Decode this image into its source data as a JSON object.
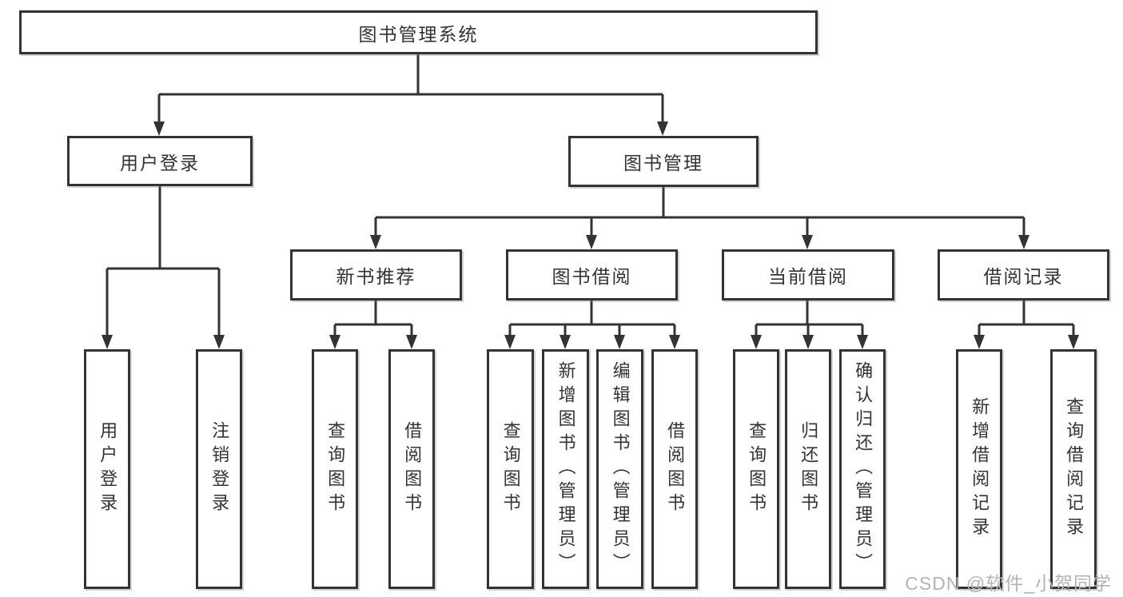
{
  "colors": {
    "line": "#333333",
    "box_border": "#333333",
    "text": "#333333",
    "watermark": "#b3b3b3",
    "background": "#ffffff"
  },
  "tree": {
    "label": "图书管理系统",
    "children": [
      {
        "label": "用户登录",
        "children": [
          {
            "label": "用户登录"
          },
          {
            "label": "注销登录"
          }
        ]
      },
      {
        "label": "图书管理",
        "children": [
          {
            "label": "新书推荐",
            "children": [
              {
                "label": "查询图书"
              },
              {
                "label": "借阅图书"
              }
            ]
          },
          {
            "label": "图书借阅",
            "children": [
              {
                "label": "查询图书"
              },
              {
                "label": "新增图书（管理员）"
              },
              {
                "label": "编辑图书（管理员）"
              },
              {
                "label": "借阅图书"
              }
            ]
          },
          {
            "label": "当前借阅",
            "children": [
              {
                "label": "查询图书"
              },
              {
                "label": "归还图书"
              },
              {
                "label": "确认归还（管理员）"
              }
            ]
          },
          {
            "label": "借阅记录",
            "children": [
              {
                "label": "新增借阅记录"
              },
              {
                "label": "查询借阅记录"
              }
            ]
          }
        ]
      }
    ]
  },
  "watermark": {
    "text": "CSDN @软件_小贺同学"
  }
}
